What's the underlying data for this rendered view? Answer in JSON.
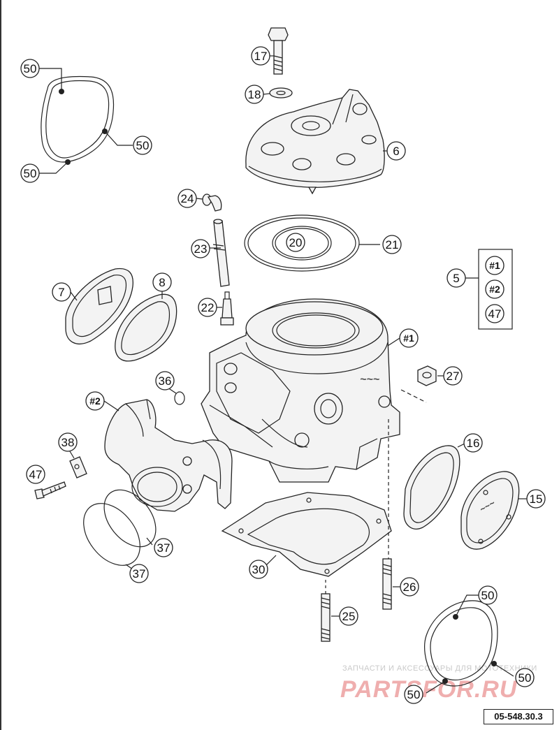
{
  "callouts": [
    {
      "id": "c17",
      "label": "17"
    },
    {
      "id": "c18",
      "label": "18"
    },
    {
      "id": "c6",
      "label": "6"
    },
    {
      "id": "c50a",
      "label": "50"
    },
    {
      "id": "c50b",
      "label": "50"
    },
    {
      "id": "c50c",
      "label": "50"
    },
    {
      "id": "c24",
      "label": "24"
    },
    {
      "id": "c23",
      "label": "23"
    },
    {
      "id": "c20",
      "label": "20"
    },
    {
      "id": "c21",
      "label": "21"
    },
    {
      "id": "c5",
      "label": "5"
    },
    {
      "id": "c7",
      "label": "7"
    },
    {
      "id": "c8",
      "label": "8"
    },
    {
      "id": "c22",
      "label": "22"
    },
    {
      "id": "ch1",
      "label": "#1"
    },
    {
      "id": "c27",
      "label": "27"
    },
    {
      "id": "c36",
      "label": "36"
    },
    {
      "id": "ch2",
      "label": "#2"
    },
    {
      "id": "c38",
      "label": "38"
    },
    {
      "id": "c47",
      "label": "47"
    },
    {
      "id": "c16",
      "label": "16"
    },
    {
      "id": "c15",
      "label": "15"
    },
    {
      "id": "c37a",
      "label": "37"
    },
    {
      "id": "c37b",
      "label": "37"
    },
    {
      "id": "c30",
      "label": "30"
    },
    {
      "id": "c26",
      "label": "26"
    },
    {
      "id": "c25",
      "label": "25"
    },
    {
      "id": "c50d",
      "label": "50"
    },
    {
      "id": "c50e",
      "label": "50"
    },
    {
      "id": "c50f",
      "label": "50"
    }
  ],
  "kit_box": {
    "items": [
      "#1",
      "#2",
      "47"
    ]
  },
  "watermark": {
    "line1": "ЗАПЧАСТИ И АКСЕССУАРЫ ДЛЯ МОТОТЕХНИКИ",
    "line2": "PARTSFOR.RU"
  },
  "diagram_code": "05-548.30.3"
}
